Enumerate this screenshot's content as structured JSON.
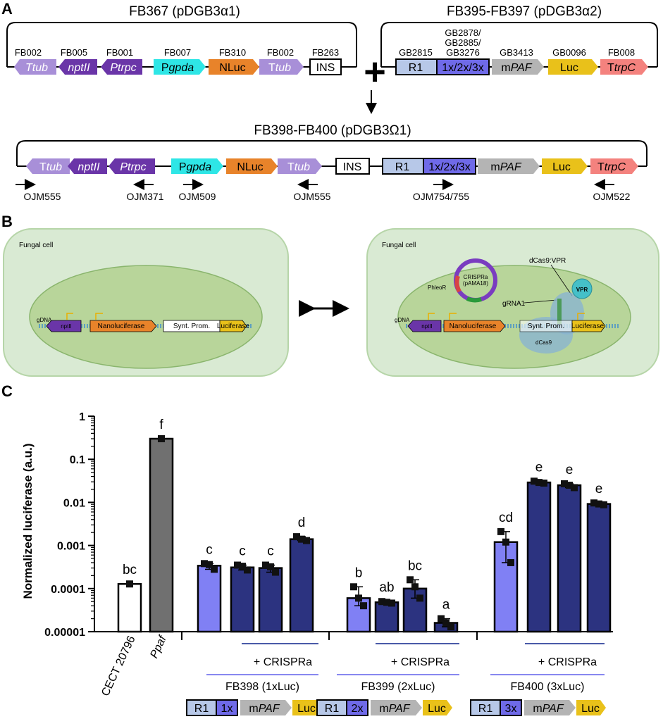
{
  "panels": {
    "a": "A",
    "b": "B",
    "c": "C"
  },
  "panel_a": {
    "left_plasmid": {
      "title": "FB367 (pDGB3α1)",
      "parts": [
        {
          "code": "FB002",
          "label": "Ttub"
        },
        {
          "code": "FB005",
          "label": "nptII"
        },
        {
          "code": "FB001",
          "label": "Ptrpc"
        },
        {
          "code": "FB007",
          "label": "Pgpda"
        },
        {
          "code": "FB310",
          "label": "NLuc"
        },
        {
          "code": "FB002",
          "label": "Ttub"
        },
        {
          "code": "FB263",
          "label": "INS"
        }
      ]
    },
    "right_plasmid": {
      "title": "FB395-FB397 (pDGB3α2)",
      "parts": [
        {
          "code": "GB2815",
          "label": "R1"
        },
        {
          "code_lines": [
            "GB2878/",
            "GB2885/",
            "GB3276"
          ],
          "label": "1x/2x/3x"
        },
        {
          "code": "GB3413",
          "label": "mPAF"
        },
        {
          "code": "GB0096",
          "label": "Luc"
        },
        {
          "code": "FB008",
          "label": "TtrpC"
        }
      ]
    },
    "plus": "+",
    "product": {
      "title": "FB398-FB400 (pDGB3Ω1)",
      "parts": [
        "Ttub",
        "nptII",
        "Ptrpc",
        "Pgpda",
        "NLuc",
        "Ttub",
        "INS",
        "R1",
        "1x/2x/3x",
        "mPAF",
        "Luc",
        "TtrpC"
      ],
      "primers": [
        "OJM555",
        "OJM371",
        "OJM509",
        "OJM555",
        "OJM754/755",
        "OJM522"
      ]
    }
  },
  "panel_b": {
    "cell_label": "Fungal cell",
    "gdna": "gDNA",
    "genes": [
      "nptII",
      "Nanoluciferase",
      "Synt. Prom.",
      "Luciferase"
    ],
    "crispra_plasmid": [
      "CRISPRa",
      "(pAMA18)"
    ],
    "labels": {
      "phleo": "PhleoR",
      "dcas9vpr": "dCas9:VPR",
      "grna": "gRNA1",
      "vpr": "VPR",
      "dcas9": "dCas9"
    }
  },
  "colors": {
    "light_purple": "#a88fd8",
    "dark_purple": "#6a35a8",
    "cyan": "#2ee6e6",
    "orange": "#e8832a",
    "gray": "#b4b4b4",
    "yellow": "#e9c11a",
    "salmon": "#f4827e",
    "light_blue": "#b7c8e8",
    "blue_mid": "#6f6ae8",
    "light_bar": "#8080f4",
    "dark_bar": "#2c3380",
    "cell_green": "#d9ead3"
  },
  "chart_data": {
    "type": "bar",
    "ylabel": "Normalized luciferase (a.u.)",
    "yscale": "log",
    "ylim": [
      1e-05,
      1
    ],
    "yticks": [
      "1",
      "0.1",
      "0.01",
      "0.001",
      "0.0001",
      "0.00001"
    ],
    "categories": [
      "CECT 20796",
      "Ppaf"
    ],
    "group_labels": [
      "FB398 (1xLuc)",
      "FB399 (2xLuc)",
      "FB400 (3xLuc)"
    ],
    "crispra_label": "+ CRISPRa",
    "construct_labels": [
      {
        "r1": "R1",
        "copies": "1x",
        "mpaf": "mPAF",
        "luc": "Luc"
      },
      {
        "r1": "R1",
        "copies": "2x",
        "mpaf": "mPAF",
        "luc": "Luc"
      },
      {
        "r1": "R1",
        "copies": "3x",
        "mpaf": "mPAF",
        "luc": "Luc"
      }
    ],
    "bars": [
      {
        "group": -1,
        "value": 0.000128,
        "letter": "bc",
        "style": "white",
        "points": [
          0.000128
        ]
      },
      {
        "group": -1,
        "value": 0.3,
        "letter": "f",
        "style": "gray",
        "points": [
          0.3
        ]
      },
      {
        "group": 0,
        "value": 0.00034,
        "letter": "c",
        "style": "light",
        "points": [
          0.00038,
          0.00028,
          0.00036
        ]
      },
      {
        "group": 0,
        "value": 0.00031,
        "letter": "c",
        "style": "dark",
        "points": [
          0.00035,
          0.00027,
          0.00033
        ]
      },
      {
        "group": 0,
        "value": 0.0003,
        "letter": "c",
        "style": "dark",
        "points": [
          0.00035,
          0.00024,
          0.00032
        ]
      },
      {
        "group": 0,
        "value": 0.0014,
        "letter": "d",
        "style": "dark",
        "points": [
          0.0016,
          0.0013,
          0.0014
        ]
      },
      {
        "group": 1,
        "value": 6e-05,
        "letter": "b",
        "style": "light",
        "points": [
          0.00011,
          4e-05,
          6e-05
        ]
      },
      {
        "group": 1,
        "value": 4.8e-05,
        "letter": "ab",
        "style": "dark",
        "points": [
          5e-05,
          4.6e-05,
          4.8e-05
        ]
      },
      {
        "group": 1,
        "value": 0.0001,
        "letter": "bc",
        "style": "dark",
        "points": [
          0.00016,
          6e-05,
          0.00011
        ]
      },
      {
        "group": 1,
        "value": 1.6e-05,
        "letter": "a",
        "style": "dark",
        "points": [
          2e-05,
          1.3e-05,
          1.6e-05
        ]
      },
      {
        "group": 2,
        "value": 0.0012,
        "letter": "cd",
        "style": "light",
        "points": [
          0.0021,
          0.0004,
          0.0012
        ]
      },
      {
        "group": 2,
        "value": 0.029,
        "letter": "e",
        "style": "dark",
        "points": [
          0.031,
          0.028,
          0.029
        ]
      },
      {
        "group": 2,
        "value": 0.025,
        "letter": "e",
        "style": "dark",
        "points": [
          0.027,
          0.022,
          0.025
        ]
      },
      {
        "group": 2,
        "value": 0.0092,
        "letter": "e",
        "style": "dark",
        "points": [
          0.0097,
          0.0088,
          0.0092
        ]
      }
    ]
  }
}
